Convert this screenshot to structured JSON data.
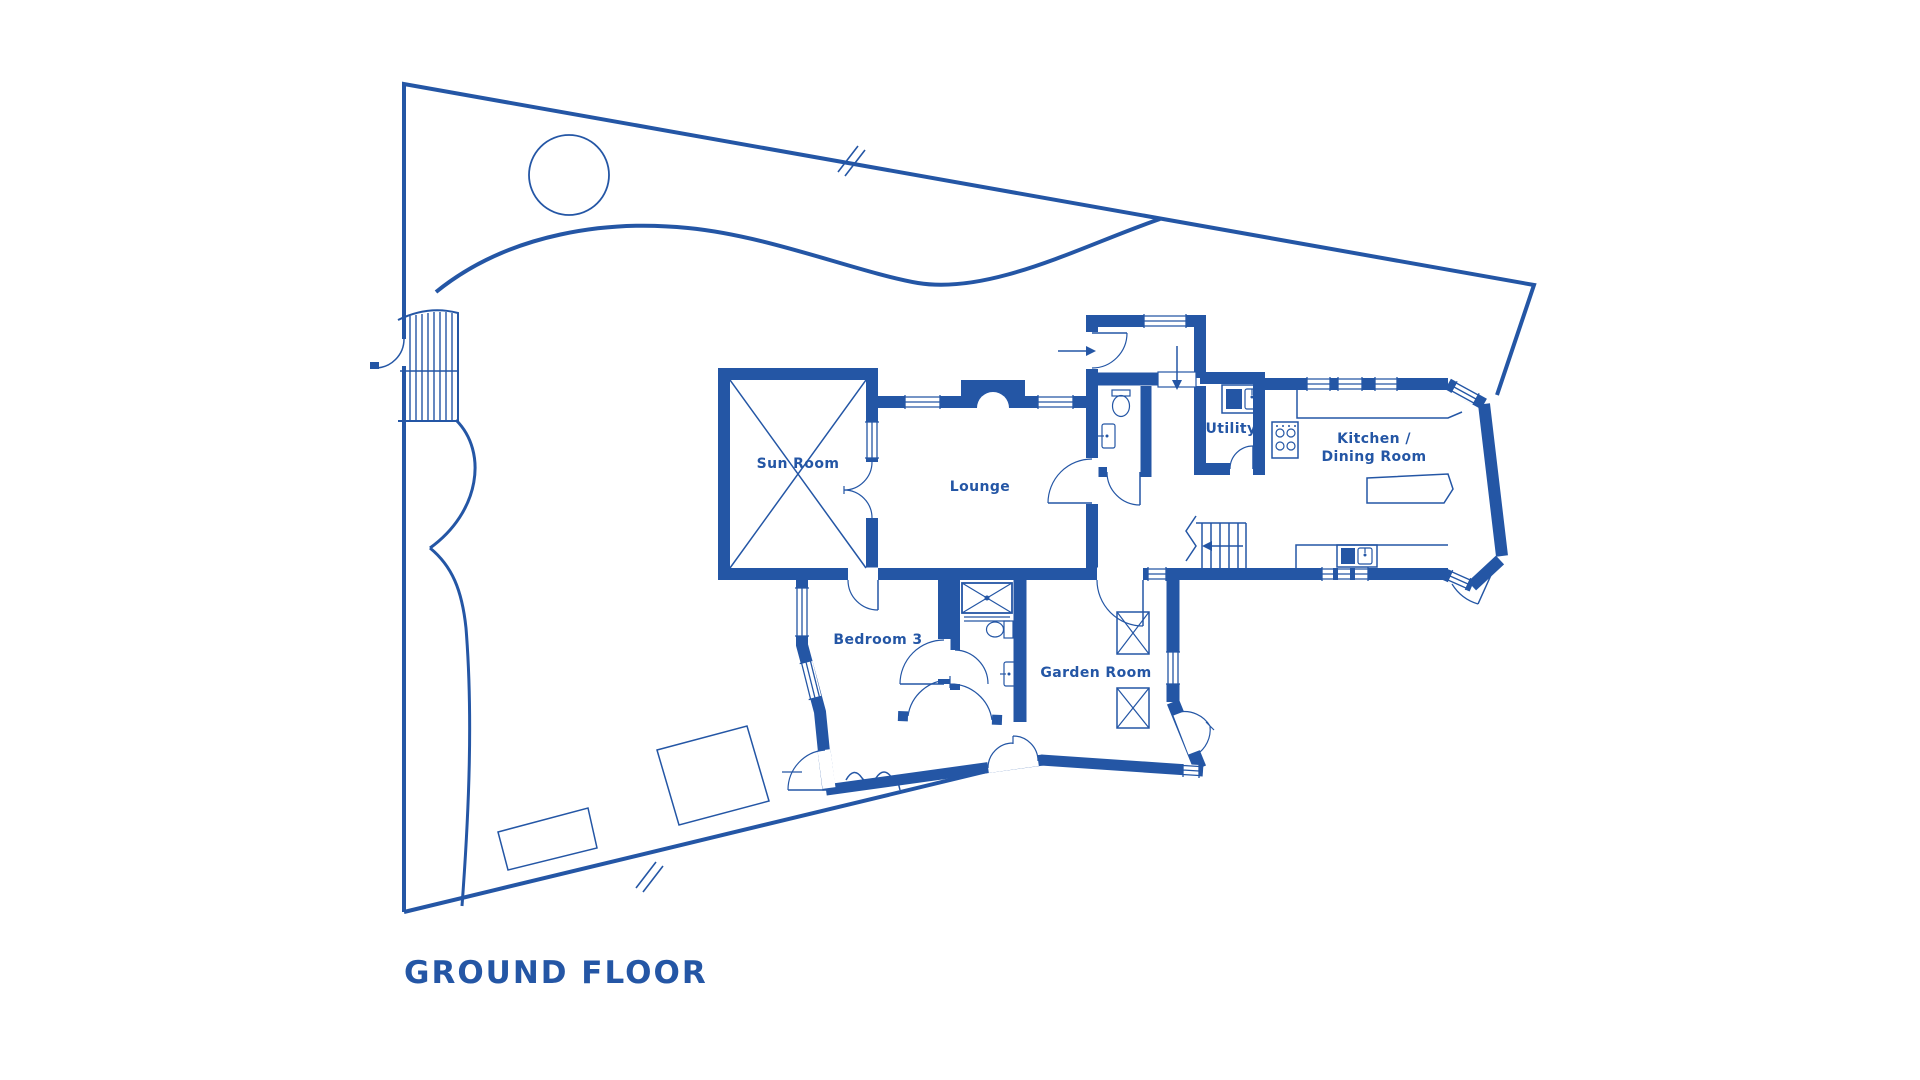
{
  "palette": {
    "ink": "#2456A5",
    "background": "#FFFFFF"
  },
  "title": "GROUND FLOOR",
  "floor": {
    "rooms": [
      {
        "id": "sun-room",
        "label": "Sun Room"
      },
      {
        "id": "lounge",
        "label": "Lounge"
      },
      {
        "id": "utility",
        "label": "Utility"
      },
      {
        "id": "kitchen-dining",
        "label": "Kitchen /",
        "label2": "Dining Room"
      },
      {
        "id": "bedroom-3",
        "label": "Bedroom 3"
      },
      {
        "id": "garden-room",
        "label": "Garden Room"
      }
    ],
    "fixtures": [
      "toilet-icon",
      "basin-icon",
      "double-sink-icon",
      "hob-icon",
      "shower-tray-icon",
      "fireplace-icon",
      "staircase-icon",
      "rooflight-icon",
      "kitchen-island-icon"
    ],
    "site_features": [
      "site-boundary",
      "boundary-break-icon",
      "tree-icon",
      "garden-path",
      "external-steps",
      "garden-gate",
      "outbuilding"
    ]
  }
}
